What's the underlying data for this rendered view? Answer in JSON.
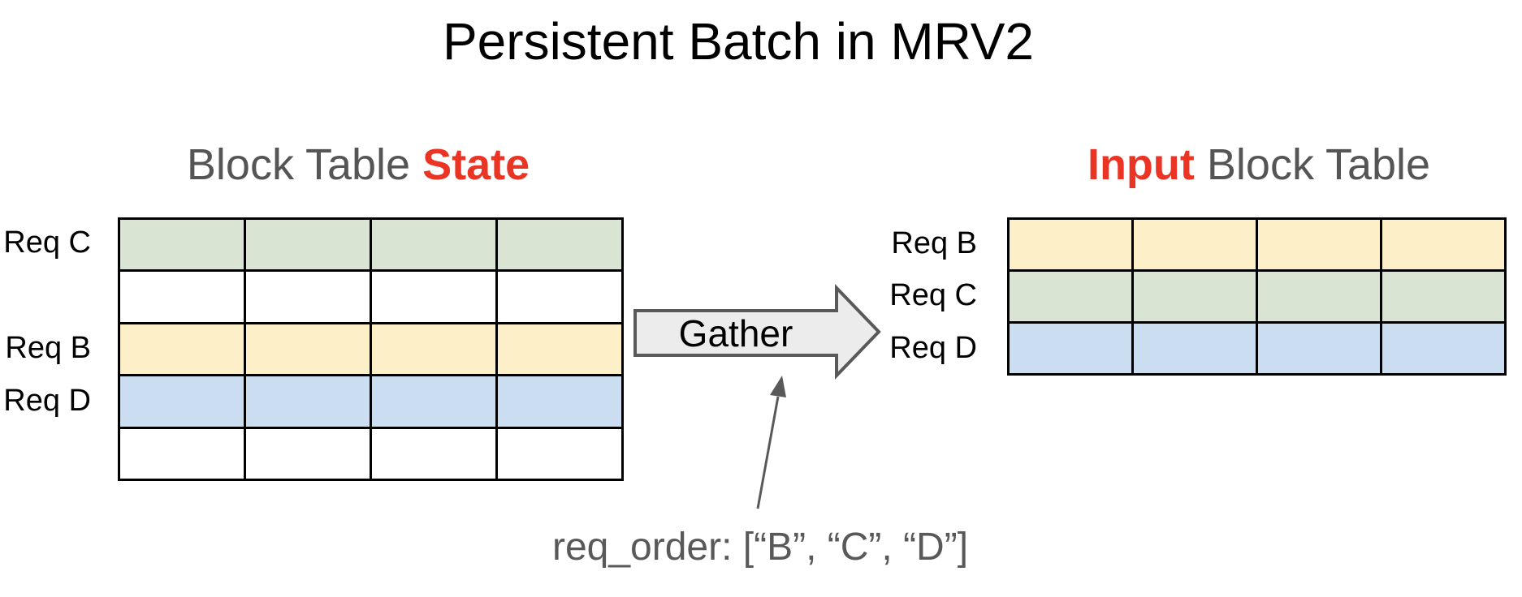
{
  "title": "Persistent Batch in MRV2",
  "colors": {
    "title_black": "#000000",
    "heading_gray": "#555555",
    "accent_red": "#ea3424",
    "annotation_gray": "#595959",
    "border_black": "#000000",
    "arrow_fill": "#ececec",
    "arrow_border": "#595959",
    "cell_green": "#d9e5d2",
    "cell_yellow": "#fdf0c8",
    "cell_blue": "#cbddf0",
    "cell_white": "#ffffff"
  },
  "left_table": {
    "heading": {
      "prefix": "Block Table ",
      "highlight": "State"
    },
    "columns": 4,
    "rows": [
      {
        "label": "Req C",
        "color_key": "green"
      },
      {
        "label": "",
        "color_key": "white"
      },
      {
        "label": "Req B",
        "color_key": "yellow"
      },
      {
        "label": "Req D",
        "color_key": "blue"
      },
      {
        "label": "",
        "color_key": "white"
      }
    ]
  },
  "gather": {
    "label": "Gather"
  },
  "right_table": {
    "heading": {
      "highlight": "Input",
      "suffix": " Block Table"
    },
    "columns": 4,
    "rows": [
      {
        "label": "Req B",
        "color_key": "yellow"
      },
      {
        "label": "Req C",
        "color_key": "green"
      },
      {
        "label": "Req D",
        "color_key": "blue"
      }
    ]
  },
  "annotation": {
    "text": "req_order: [“B”, “C”, “D”]"
  }
}
